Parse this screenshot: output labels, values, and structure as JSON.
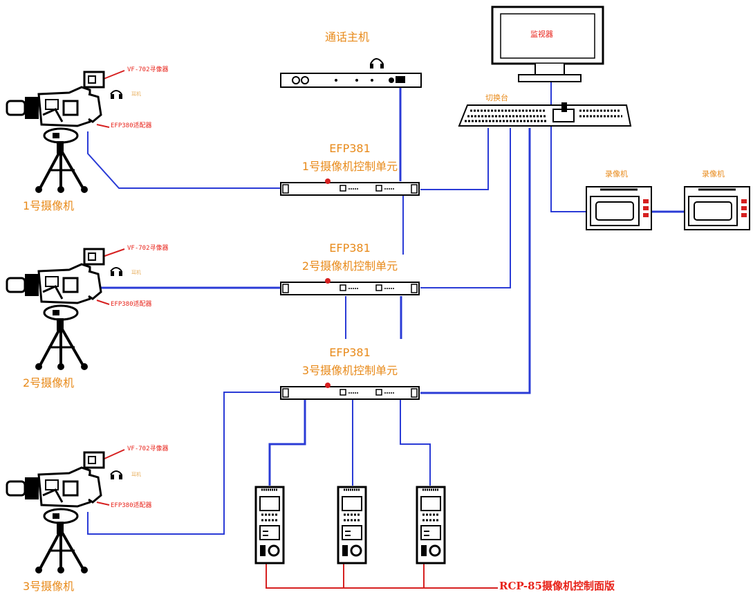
{
  "intercom": {
    "label": "通话主机"
  },
  "monitor": {
    "label": "监视器"
  },
  "switcher": {
    "label": "切换台"
  },
  "recorders": [
    {
      "label": "录像机"
    },
    {
      "label": "录像机"
    }
  ],
  "cameras": [
    {
      "label": "1号摄像机",
      "viewfinder": "VF-702寻像器",
      "headset": "耳机",
      "adapter": "EFP380适配器"
    },
    {
      "label": "2号摄像机",
      "viewfinder": "VF-702寻像器",
      "headset": "耳机",
      "adapter": "EFP380适配器"
    },
    {
      "label": "3号摄像机",
      "viewfinder": "VF-702寻像器",
      "headset": "耳机",
      "adapter": "EFP380适配器"
    }
  ],
  "ccus": [
    {
      "model": "EFP381",
      "name": "1号摄像机控制单元"
    },
    {
      "model": "EFP381",
      "name": "2号摄像机控制单元"
    },
    {
      "model": "EFP381",
      "name": "3号摄像机控制单元"
    }
  ],
  "rcp": {
    "label": "RCP-85摄像机控制面版"
  },
  "colors": {
    "blue_line": "#2a3bd6",
    "red_line": "#d62020",
    "label_orange": "#e88a1a",
    "label_red": "#e8231a"
  }
}
